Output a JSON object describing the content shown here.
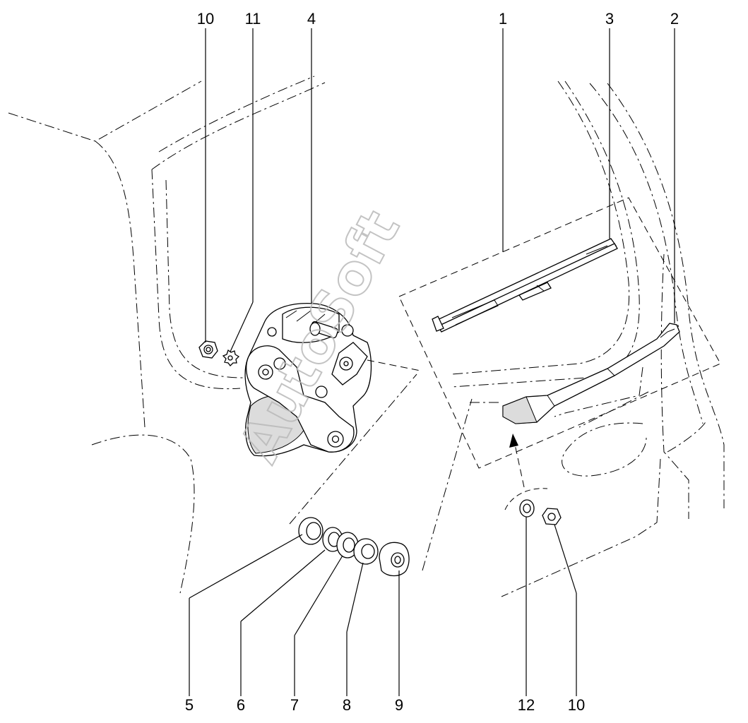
{
  "callouts": {
    "c1": "1",
    "c2": "2",
    "c3": "3",
    "c4": "4",
    "c5": "5",
    "c6": "6",
    "c7": "7",
    "c8": "8",
    "c9": "9",
    "c10_top": "10",
    "c10_bottom": "10",
    "c11": "11",
    "c12": "12"
  },
  "watermark": "AutoSoft"
}
